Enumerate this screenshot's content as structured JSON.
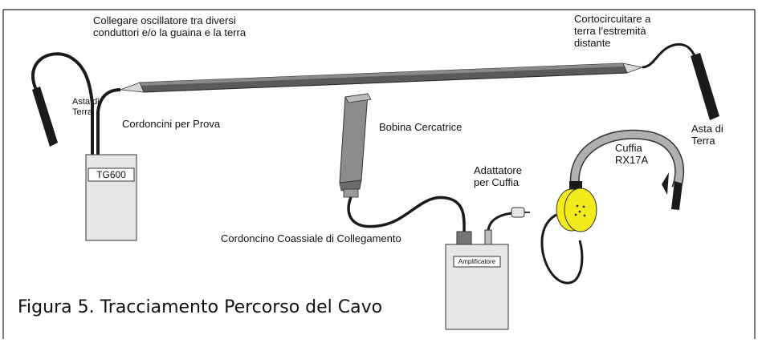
{
  "caption": "Figura 5. Tracciamento Percorso del Cavo",
  "labels": {
    "connect_oscillator": "Collegare oscillatore tra diversi\nconduttori e/o la guaina e la terra",
    "short_circuit": "Cortocircuitare a\nterra l’estremità\ndistante",
    "ground_rod_left": "Asta di\nTerra",
    "ground_rod_right": "Asta di\nTerra",
    "test_leads": "Cordoncini per Prova",
    "search_coil": "Bobina Cercatrice",
    "headphone": "Cuffia\nRX17A",
    "headphone_adapter": "Adattatore\nper Cuffia",
    "coax_cord": "Cordoncino Coassiale di Collegamento"
  },
  "devices": {
    "transmitter": "TG600",
    "amplifier": "Amplificatore"
  },
  "colors": {
    "cable": "#5a5a5a",
    "device_body": "#e6e6e6",
    "headphone_cup": "#f2ea1a",
    "headband": "#b0b0b0",
    "ground_rod": "#1a1a1a",
    "coil": "#8c8c8c"
  }
}
